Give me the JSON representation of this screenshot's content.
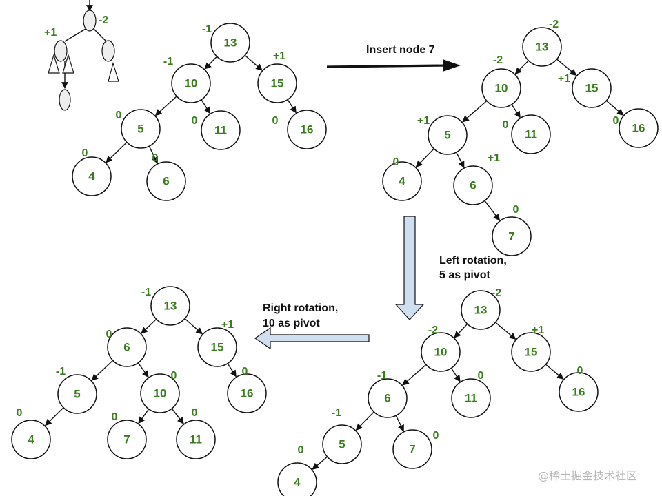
{
  "colors": {
    "label": "#3a7d1e",
    "stroke": "#111111",
    "arrow_fill": "#cfdff0"
  },
  "captions": {
    "insert": "Insert node 7",
    "left_rotation_1": "Left rotation,",
    "left_rotation_2": "5 as pivot",
    "right_rotation_1": "Right rotation,",
    "right_rotation_2": "10 as pivot"
  },
  "watermark": "@稀土掘金技术社区",
  "schematic": {
    "root_bf": "-2",
    "left_bf": "+1"
  },
  "trees": [
    {
      "id": "before-insert",
      "nodes": [
        {
          "key": "13",
          "bf": "-1"
        },
        {
          "key": "10",
          "bf": "-1"
        },
        {
          "key": "15",
          "bf": "+1"
        },
        {
          "key": "5",
          "bf": "0"
        },
        {
          "key": "11",
          "bf": "0"
        },
        {
          "key": "16",
          "bf": "0"
        },
        {
          "key": "4",
          "bf": "0"
        },
        {
          "key": "6",
          "bf": "0"
        }
      ]
    },
    {
      "id": "after-insert",
      "nodes": [
        {
          "key": "13",
          "bf": "-2"
        },
        {
          "key": "10",
          "bf": "-2"
        },
        {
          "key": "15",
          "bf": "+1"
        },
        {
          "key": "5",
          "bf": "+1"
        },
        {
          "key": "11",
          "bf": "0"
        },
        {
          "key": "16",
          "bf": "0"
        },
        {
          "key": "4",
          "bf": "0"
        },
        {
          "key": "6",
          "bf": "+1"
        },
        {
          "key": "7",
          "bf": "0"
        }
      ]
    },
    {
      "id": "after-left-rotation",
      "nodes": [
        {
          "key": "13",
          "bf": "-2"
        },
        {
          "key": "10",
          "bf": "-2"
        },
        {
          "key": "15",
          "bf": "+1"
        },
        {
          "key": "6",
          "bf": "-1"
        },
        {
          "key": "11",
          "bf": "0"
        },
        {
          "key": "16",
          "bf": "0"
        },
        {
          "key": "5",
          "bf": "-1"
        },
        {
          "key": "7",
          "bf": "0"
        },
        {
          "key": "4",
          "bf": "0"
        }
      ]
    },
    {
      "id": "after-right-rotation",
      "nodes": [
        {
          "key": "13",
          "bf": "-1"
        },
        {
          "key": "6",
          "bf": "0"
        },
        {
          "key": "15",
          "bf": "+1"
        },
        {
          "key": "5",
          "bf": "-1"
        },
        {
          "key": "10",
          "bf": "0"
        },
        {
          "key": "16",
          "bf": "0"
        },
        {
          "key": "4",
          "bf": "0"
        },
        {
          "key": "7",
          "bf": "0"
        },
        {
          "key": "11",
          "bf": "0"
        }
      ]
    }
  ]
}
